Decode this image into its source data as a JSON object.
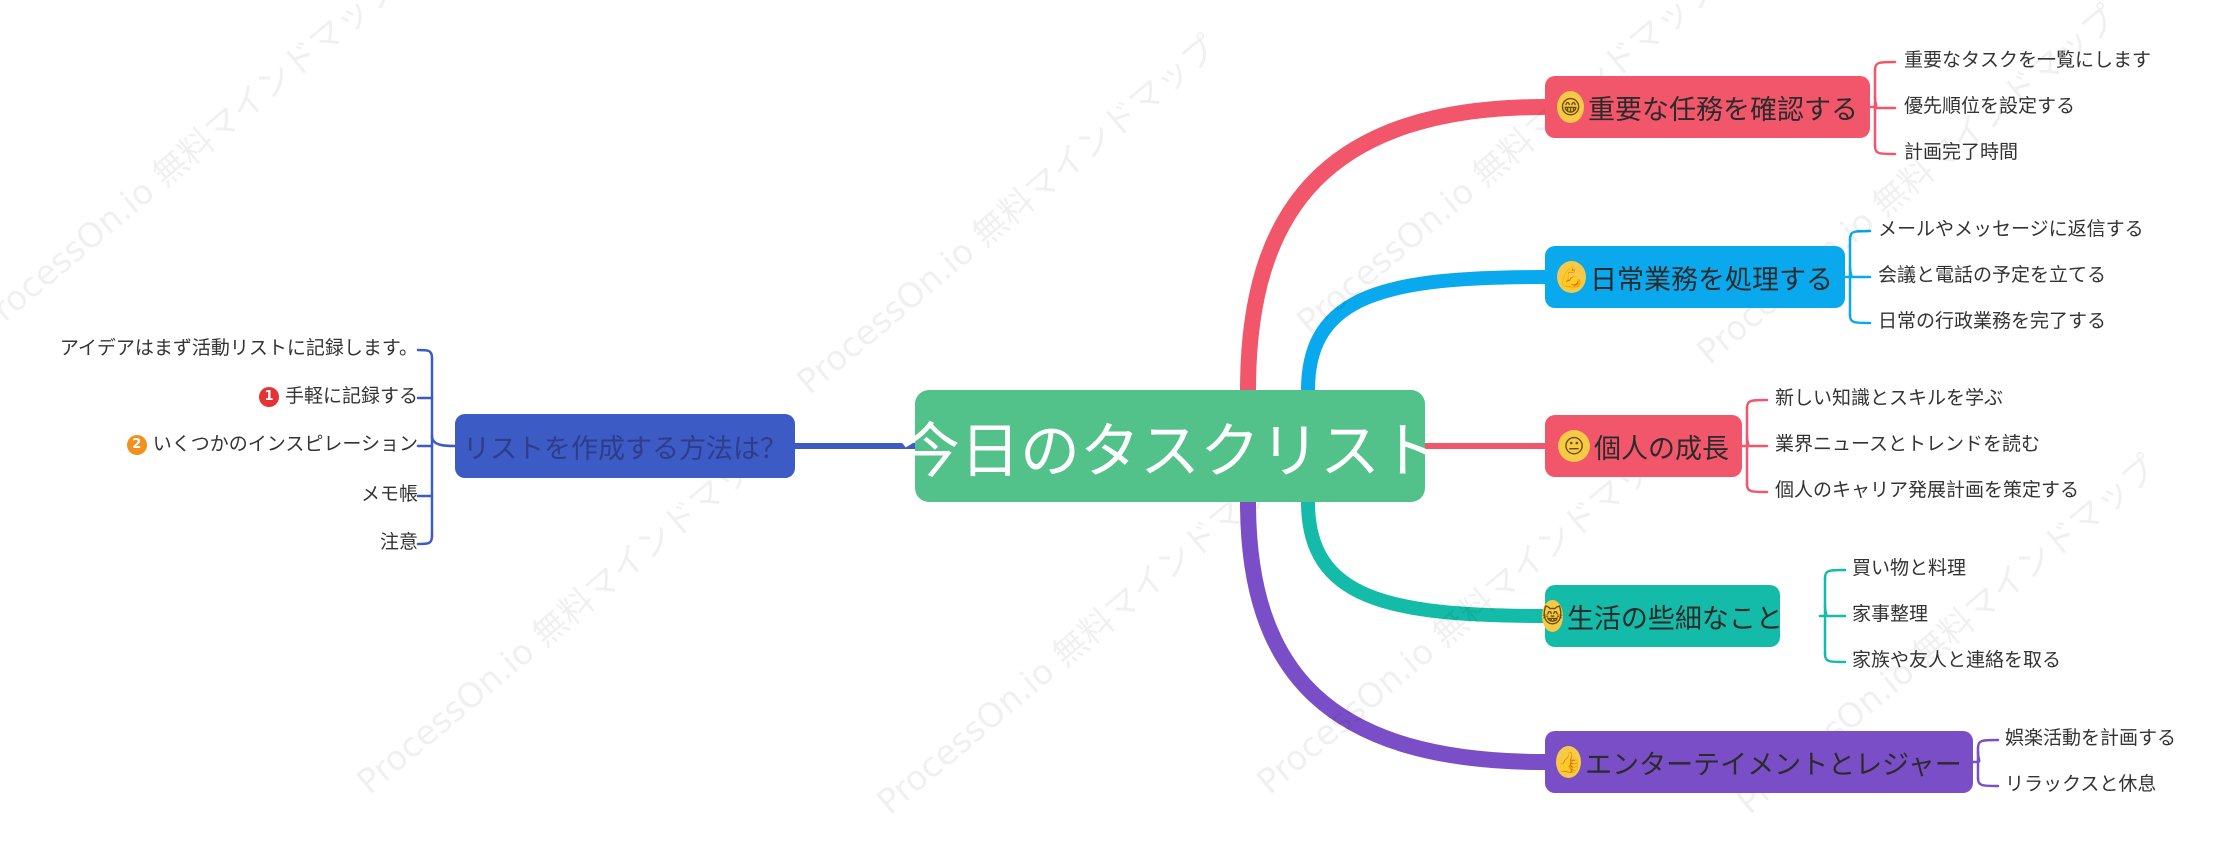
{
  "watermark": "ProcessOn.io 無料マインドマップ",
  "root": {
    "label": "今日のタスクリスト",
    "color": "#52c28a"
  },
  "left_branch": {
    "label": "リストを作成する方法は？",
    "color": "#3d5bc4",
    "children": [
      {
        "label": "アイデアはまず活動リストに記録します。"
      },
      {
        "label": "手軽に記録する",
        "marker": "1",
        "marker_color": "#e63232"
      },
      {
        "label": "いくつかのインスピレーション",
        "marker": "2",
        "marker_color": "#f2901f"
      },
      {
        "label": "メモ帳"
      },
      {
        "label": "注意"
      }
    ]
  },
  "right_branches": [
    {
      "label": "重要な任務を確認する",
      "icon": "grin-face-icon",
      "emoji": "😁",
      "color": "#f2566a",
      "children": [
        "重要なタスクを一覧にします",
        "優先順位を設定する",
        "計画完了時間"
      ]
    },
    {
      "label": "日常業務を処理する",
      "icon": "flexed-arm-icon",
      "emoji": "💪",
      "color": "#0aa8ec",
      "children": [
        "メールやメッセージに返信する",
        "会議と電話の予定を立てる",
        "日常の行政業務を完了する"
      ]
    },
    {
      "label": "個人の成長",
      "icon": "neutral-face-icon",
      "emoji": "😐",
      "color": "#f2566a",
      "children": [
        "新しい知識とスキルを学ぶ",
        "業界ニュースとトレンドを読む",
        "個人のキャリア発展計画を策定する"
      ]
    },
    {
      "label": "生活の些細なこと",
      "icon": "cat-face-icon",
      "emoji": "😸",
      "color": "#13bba8",
      "children": [
        "買い物と料理",
        "家事整理",
        "家族や友人と連絡を取る"
      ]
    },
    {
      "label": "エンターテイメントとレジャー",
      "icon": "thumbs-up-icon",
      "emoji": "👍",
      "color": "#7a4ec6",
      "children": [
        "娯楽活動を計画する",
        "リラックスと休息"
      ]
    }
  ]
}
